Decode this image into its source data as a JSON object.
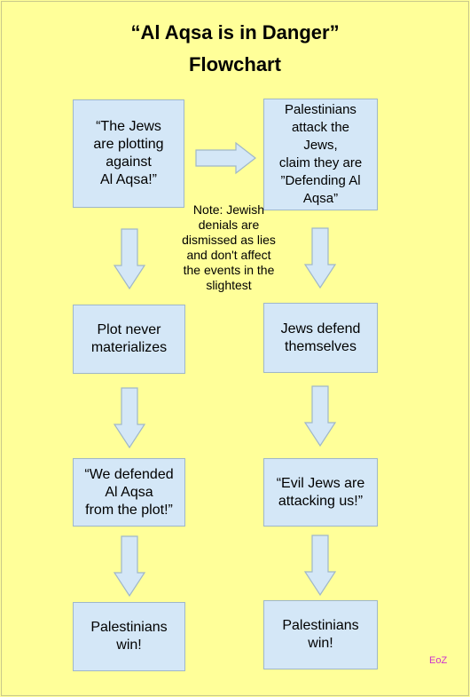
{
  "title": {
    "line1": "“Al Aqsa is in Danger”",
    "line2": "Flowchart"
  },
  "boxes": {
    "plotting": "“The Jews\nare plotting\nagainst\nAl Aqsa!”",
    "attack": "Palestinians\nattack the\nJews,\nclaim they are\n”Defending Al\nAqsa”",
    "never": "Plot never\nmaterializes",
    "defend": "Jews defend\nthemselves",
    "defended": "“We defended\nAl Aqsa\nfrom the plot!”",
    "evil": "“Evil Jews are\nattacking us!”",
    "win_left": "Palestinians\nwin!",
    "win_right": "Palestinians\nwin!"
  },
  "note": "Note: Jewish\ndenials are\ndismissed as lies\nand don't affect\nthe events in the\nslightest",
  "signature": "EoZ",
  "colors": {
    "background": "#ffff99",
    "box_fill": "#d4e7f7",
    "box_border": "#9fb7c9",
    "signature": "#cc33cc"
  }
}
